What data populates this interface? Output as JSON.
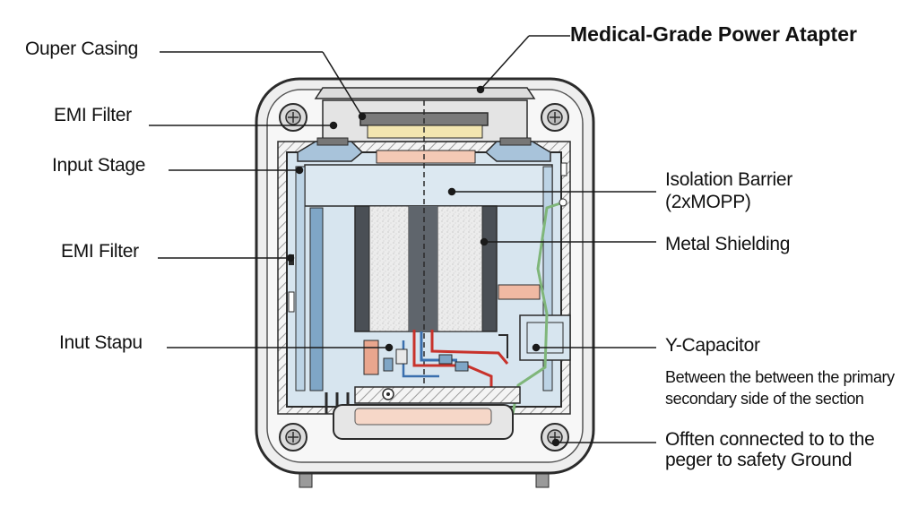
{
  "title": "Medical-Grade  Power Atapter",
  "labels": {
    "outer_casing": "Ouper Casing",
    "emi_filter_1": "EMI Filter",
    "input_stage": "Input Stage",
    "emi_filter_2": "EMI Filter",
    "input_stapu": "Inut Stapu",
    "isolation_barrier": "Isolation Barrier",
    "isolation_barrier_sub": "(2xMOPP)",
    "metal_shielding": "Metal Shielding",
    "y_capacitor": "Y-Capacitor",
    "y_cap_note_line1": "Between the between the primary",
    "y_cap_note_line2": "secondary side of the section",
    "ground_note_line1": "Offten connected to to the",
    "ground_note_line2": "peger to safety Ground"
  },
  "colors": {
    "casing_fill": "#eeeeee",
    "casing_stroke": "#2b2b2b",
    "inner_fill": "#d7e5ef",
    "shield_blue": "#7fa6c6",
    "core_dark": "#4a4f55",
    "core_light": "#e8e8e8",
    "pad_pink": "#f3c9b5",
    "pad_yellow": "#f3e6b0",
    "wire_red": "#c8322b",
    "wire_blue": "#3a6fae",
    "wire_green": "#7fb67a",
    "hatch": "#9a9a9a"
  }
}
